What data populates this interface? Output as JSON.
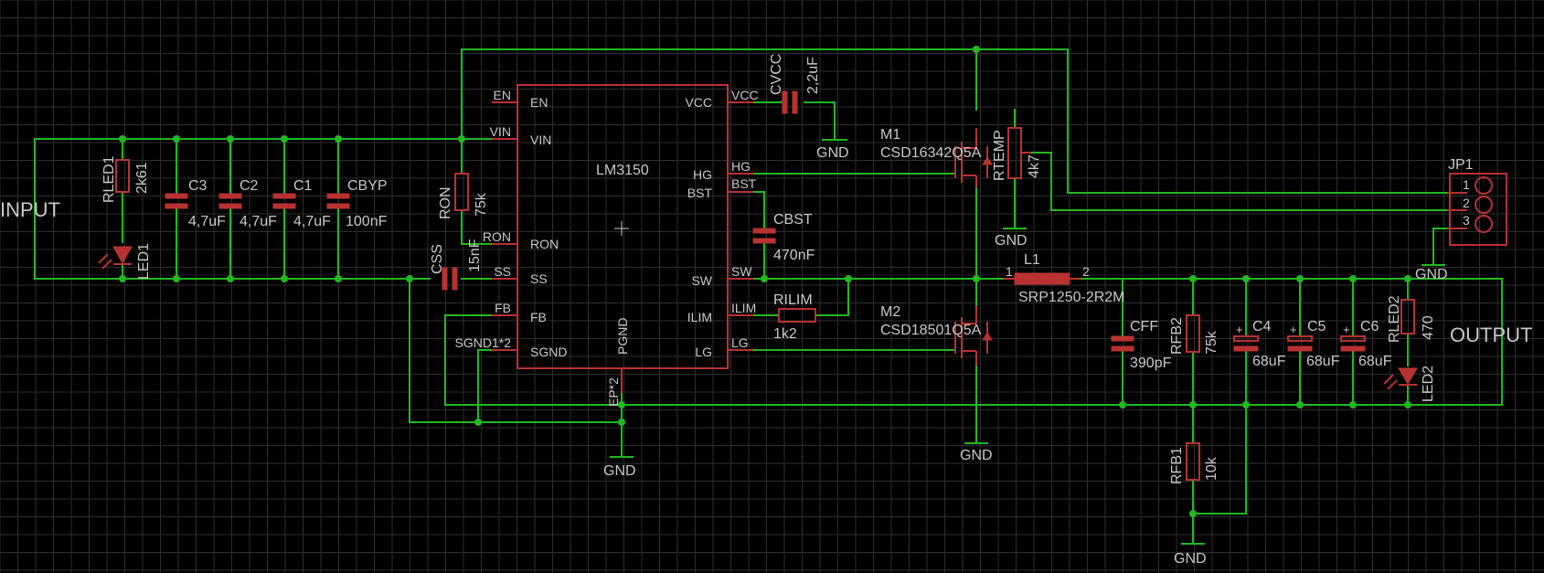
{
  "ports": {
    "input": "INPUT",
    "output": "OUTPUT"
  },
  "ic": {
    "name": "LM3150",
    "pins_left": [
      "EN",
      "VIN",
      "RON",
      "SS",
      "FB",
      "SGND"
    ],
    "pins_right": [
      "VCC",
      "HG",
      "BST",
      "SW",
      "ILIM",
      "LG"
    ],
    "pin_pgnd": "PGND",
    "net_en": "EN",
    "net_vin": "VIN",
    "net_ron": "RON",
    "net_ss": "SS",
    "net_fb": "FB",
    "net_sgnd": "SGND1*2",
    "net_ep": "EP*2",
    "net_vcc": "VCC",
    "net_hg": "HG",
    "net_bst": "BST",
    "net_sw": "SW",
    "net_ilim": "ILIM",
    "net_lg": "LG"
  },
  "components": {
    "rled1": {
      "name": "RLED1",
      "value": "2k61"
    },
    "led1": {
      "name": "LED1"
    },
    "c3": {
      "name": "C3",
      "value": "4,7uF"
    },
    "c2": {
      "name": "C2",
      "value": "4,7uF"
    },
    "c1": {
      "name": "C1",
      "value": "4,7uF"
    },
    "cbyp": {
      "name": "CBYP",
      "value": "100nF"
    },
    "ron": {
      "name": "RON",
      "value": "75k"
    },
    "css": {
      "name": "CSS",
      "value": "15nF"
    },
    "cvcc": {
      "name": "CVCC",
      "value": "2,2uF"
    },
    "cbst": {
      "name": "CBST",
      "value": "470nF"
    },
    "rilim": {
      "name": "RILIM",
      "value": "1k2"
    },
    "m1": {
      "name": "M1",
      "value": "CSD16342Q5A"
    },
    "m2": {
      "name": "M2",
      "value": "CSD18501Q5A"
    },
    "rtemp": {
      "name": "RTEMP",
      "value": "4k7"
    },
    "l1": {
      "name": "L1",
      "value": "SRP1250-2R2M",
      "pin1": "1",
      "pin2": "2"
    },
    "cff": {
      "name": "CFF",
      "value": "390pF"
    },
    "rfb2": {
      "name": "RFB2",
      "value": "75k"
    },
    "rfb1": {
      "name": "RFB1",
      "value": "10k"
    },
    "c4": {
      "name": "C4",
      "value": "68uF"
    },
    "c5": {
      "name": "C5",
      "value": "68uF"
    },
    "c6": {
      "name": "C6",
      "value": "68uF"
    },
    "rled2": {
      "name": "RLED2",
      "value": "470"
    },
    "led2": {
      "name": "LED2"
    },
    "jp1": {
      "name": "JP1",
      "pins": [
        "1",
        "2",
        "3"
      ]
    }
  },
  "gnd_label": "GND",
  "colors": {
    "wire": "#22b822",
    "part": "#b83232",
    "text": "#c8c8c8",
    "grid": "#2e2e2e",
    "background": "#000000"
  }
}
